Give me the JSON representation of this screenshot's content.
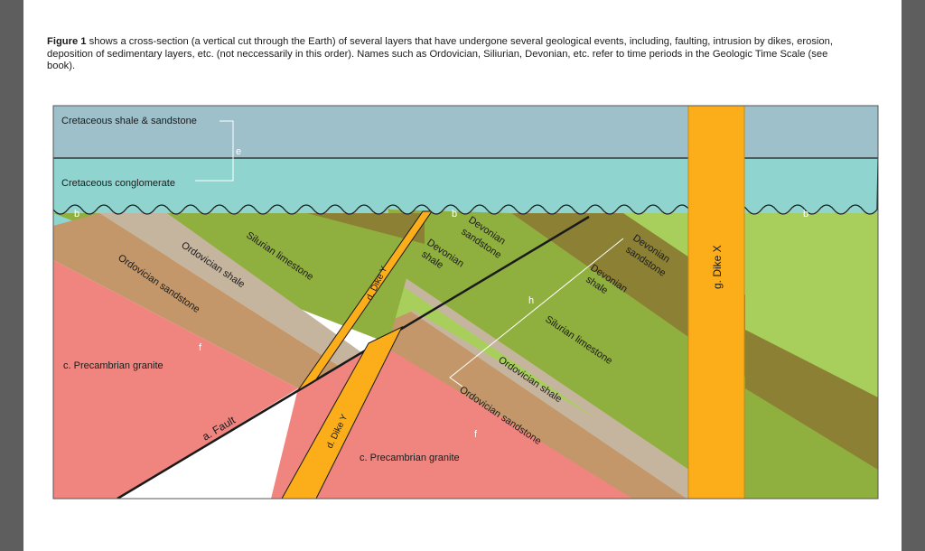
{
  "caption": {
    "figure_label": "Figure 1",
    "text": " shows a cross-section (a vertical cut through the Earth) of several layers that have undergone several geological events, including, faulting, intrusion by dikes, erosion, deposition of sedimentary layers, etc. (not neccessarily in this order). Names such as Ordovician, Siliurian, Devonian, etc. refer to time periods in the Geologic Time Scale (see book)."
  },
  "colors": {
    "shale_sandstone_top": "#9dc0cb",
    "conglomerate": "#8fd4cf",
    "devonian_sandstone": "#a8cf5c",
    "devonian_shale": "#8b8034",
    "silurian_limestone": "#8faf3e",
    "ordovician_shale": "#c6b59e",
    "ordovician_sandstone": "#c4976a",
    "granite": "#f08580",
    "dike": "#fbae1a",
    "fault": "#1a1a1a"
  },
  "labels": {
    "cretaceous_shale": "Cretaceous shale & sandstone",
    "cretaceous_conglomerate": "Cretaceous conglomerate",
    "e": "e",
    "b": "b",
    "h": "h",
    "f": "f",
    "silurian_limestone": "Silurian limestone",
    "ordovician_shale": "Ordovician shale",
    "ordovician_sandstone": "Ordovician sandstone",
    "devonian_sandstone_line1": "Devonian",
    "devonian_sandstone_line2": "sandstone",
    "devonian_shale_line1": "Devonian",
    "devonian_shale_line2": "shale",
    "precambrian_granite_left": "c. Precambrian granite",
    "precambrian_granite_right": "c. Precambrian granite",
    "fault": "a. Fault",
    "dike_y": "d. Dike Y",
    "dike_x": "g. Dike X"
  }
}
